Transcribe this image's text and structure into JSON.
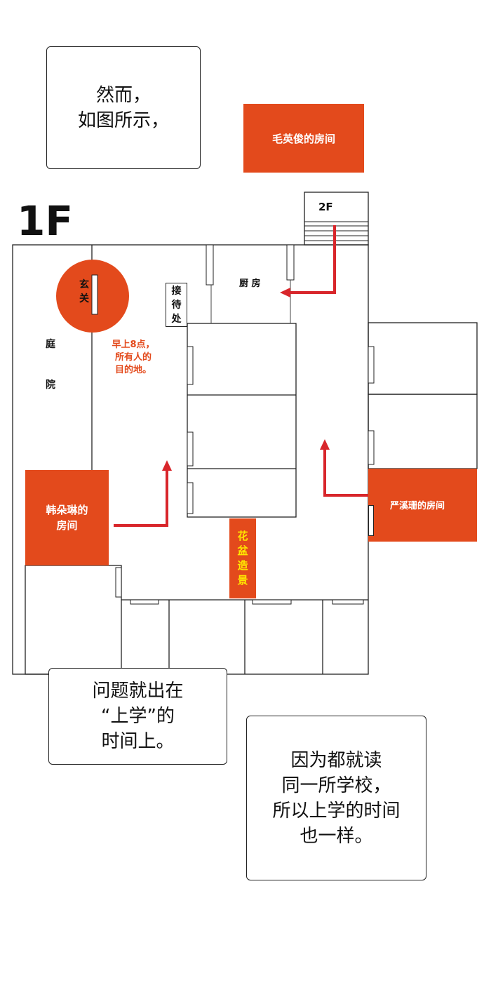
{
  "bubbles": {
    "top": [
      "然而，",
      "如图所示，"
    ],
    "middle": [
      "问题就出在",
      "“上学”的",
      "时间上。"
    ],
    "bottom": [
      "因为都就读",
      "同一所学校，",
      "所以上学的时间",
      "也一样。"
    ]
  },
  "floor_label": "1F",
  "stairs_label": "2F",
  "rooms": {
    "mao_room": "毛英俊的房间",
    "han_room": [
      "韩朵琳的",
      "房间"
    ],
    "yan_room": "严溪珊的房间",
    "kitchen": "厨 房",
    "entrance": [
      "玄",
      "关"
    ],
    "reception": [
      "接",
      "待",
      "处"
    ],
    "courtyard": [
      "庭",
      "院"
    ],
    "flowerbed": [
      "花",
      "盆",
      "造",
      "景"
    ]
  },
  "annotation": [
    "早上8点，",
    "所有人的",
    "目的地。"
  ],
  "colors": {
    "accent": "#e34a1c",
    "arrow": "#d8262b",
    "flower_text": "#ffe600"
  }
}
